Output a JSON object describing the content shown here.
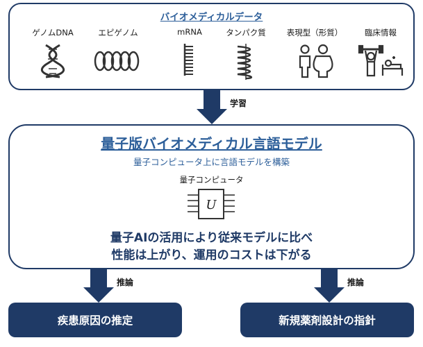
{
  "top_panel": {
    "title": "バイオメディカルデータ",
    "categories": [
      {
        "label": "ゲノムDNA",
        "icon": "dna-helix-icon"
      },
      {
        "label": "エピゲノム",
        "icon": "chromatin-coil-icon"
      },
      {
        "label": "mRNA",
        "icon": "mrna-strand-icon"
      },
      {
        "label": "タンパク質",
        "icon": "protein-helix-icon"
      },
      {
        "label": "表現型（形質）",
        "icon": "body-types-icon"
      },
      {
        "label": "臨床情報",
        "icon": "clinical-patient-icon"
      }
    ]
  },
  "arrows": {
    "learn": "学習",
    "infer_left": "推論",
    "infer_right": "推論"
  },
  "model_panel": {
    "title": "量子版バイオメディカル言語モデル",
    "subtitle": "量子コンピュータ上に言語モデルを構築",
    "qc_label": "量子コンピュータ",
    "gate_symbol": "U",
    "message_line1": "量子AIの活用により従来モデルに比べ",
    "message_line2": "性能は上がり、運用のコストは下がる"
  },
  "results": {
    "left": "疾患原因の推定",
    "right": "新規薬剤設計の指針"
  },
  "colors": {
    "navy": "#1f3a66",
    "title_blue": "#2d5f9a"
  }
}
